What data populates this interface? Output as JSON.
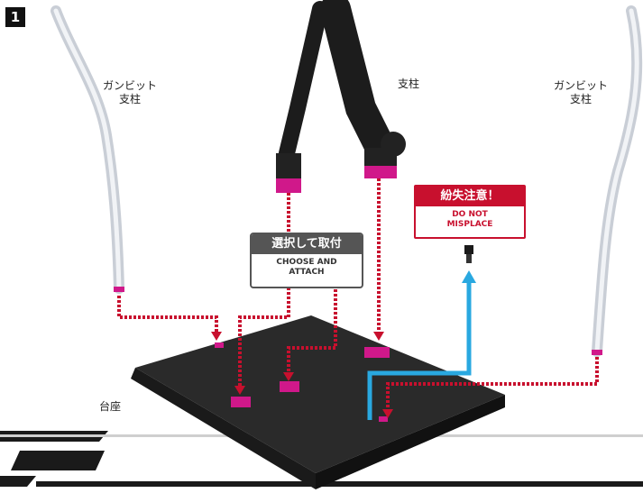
{
  "step_number": "1",
  "labels": {
    "gunbit_left": "ガンビット\n支柱",
    "gunbit_right": "ガンビット\n支柱",
    "strut": "支柱",
    "base": "台座"
  },
  "choose_box": {
    "title": "選択して取付",
    "body": "CHOOSE AND\nATTACH"
  },
  "misplace_box": {
    "title": "紛失注意！",
    "body": "DO NOT\nMISPLACE"
  },
  "colors": {
    "dotted_line": "#c8102e",
    "blue_arrow": "#29a8e0",
    "peg_magenta": "#d0188a",
    "base_dark": "#2a2a2a",
    "clear_part": "#dfe3e8"
  }
}
